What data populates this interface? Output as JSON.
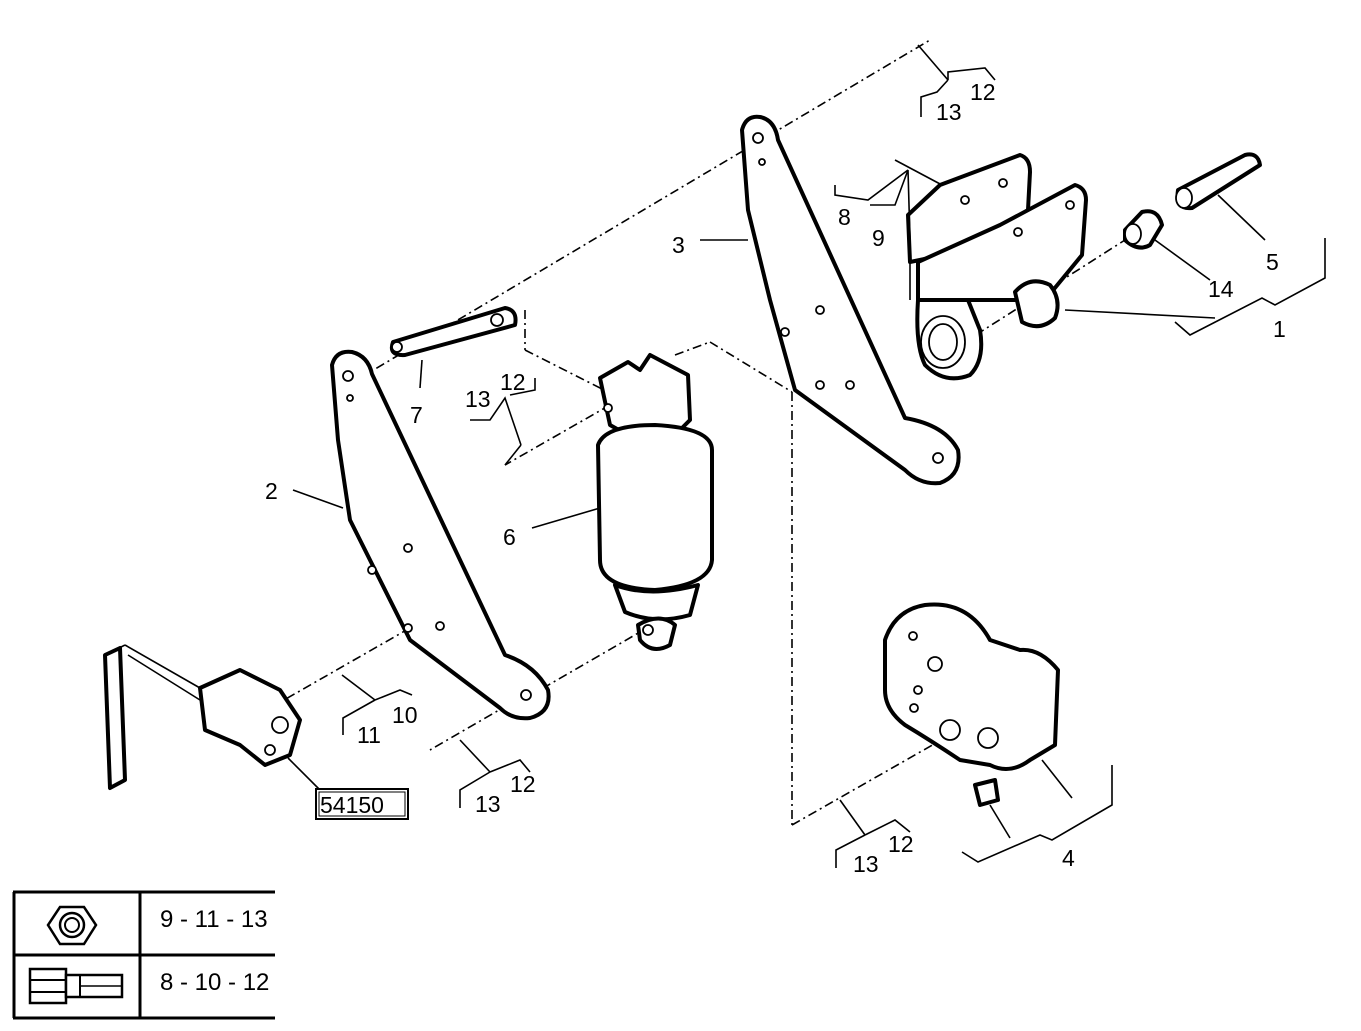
{
  "callouts": {
    "c1": "1",
    "c2": "2",
    "c3": "3",
    "c4": "4",
    "c5": "5",
    "c6": "6",
    "c7": "7",
    "c8": "8",
    "c9": "9",
    "c10": "10",
    "c11": "11",
    "c14": "14",
    "c12_top": "12",
    "c13_top": "13",
    "c12_mid": "12",
    "c13_mid": "13",
    "c12_lower": "12",
    "c13_lower": "13",
    "c12_right": "12",
    "c13_right": "13"
  },
  "reference_box": {
    "label": "54150"
  },
  "legend": {
    "rows": [
      {
        "icon": "hex-nut-icon",
        "parts": "9 - 11 - 13"
      },
      {
        "icon": "bolt-icon",
        "parts": "8 - 10 - 12"
      }
    ]
  }
}
